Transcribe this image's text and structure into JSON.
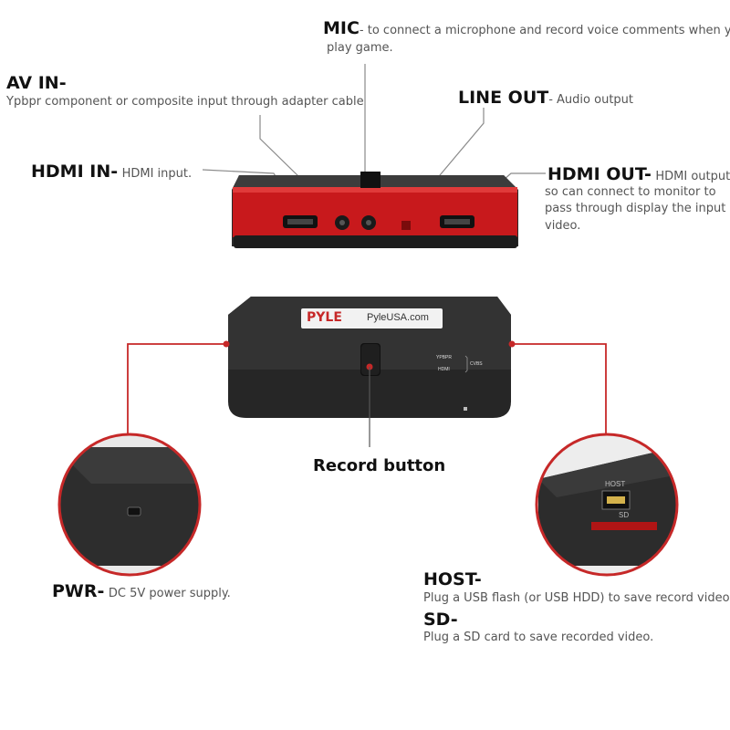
{
  "colors": {
    "accent_red": "#c62828",
    "device_black": "#2b2b2b",
    "device_top": "#3a3a3a",
    "leader_line": "#888888"
  },
  "labels": {
    "mic": {
      "head": "MIC",
      "desc_line1": "- to connect a microphone and record voice comments when you",
      "desc_line2": "play game."
    },
    "av_in": {
      "head": "AV IN-",
      "desc": "Ypbpr component or composite input through adapter cable"
    },
    "line_out": {
      "head": "LINE OUT",
      "desc": "- Audio output"
    },
    "hdmi_in": {
      "head": "HDMI IN-",
      "desc": "HDMI input."
    },
    "hdmi_out": {
      "head": "HDMI OUT-",
      "desc_line1": "HDMI output,",
      "desc_line2": "so can connect to monitor to",
      "desc_line3": "pass through display the input",
      "desc_line4": "video."
    },
    "record": {
      "head": "Record button"
    },
    "pwr": {
      "head": "PWR-",
      "desc": "DC 5V power supply."
    },
    "host": {
      "head": "HOST-",
      "desc": "Plug a USB flash (or USB HDD) to save record video."
    },
    "sd": {
      "head": "SD-",
      "desc": "Plug a SD card to save recorded video."
    }
  },
  "device_markings": {
    "brand": "PYLE",
    "site": "PyleUSA.com",
    "switch_top": "YPBPR",
    "switch_bottom": "HDMI",
    "switch_side": "CVBS",
    "host_port_label": "HOST",
    "sd_slot_label": "SD"
  },
  "icons": [
    "hdmi-port-icon",
    "audio-jack-icon",
    "usb-port-icon",
    "sd-slot-icon",
    "record-button-icon",
    "power-port-icon"
  ]
}
